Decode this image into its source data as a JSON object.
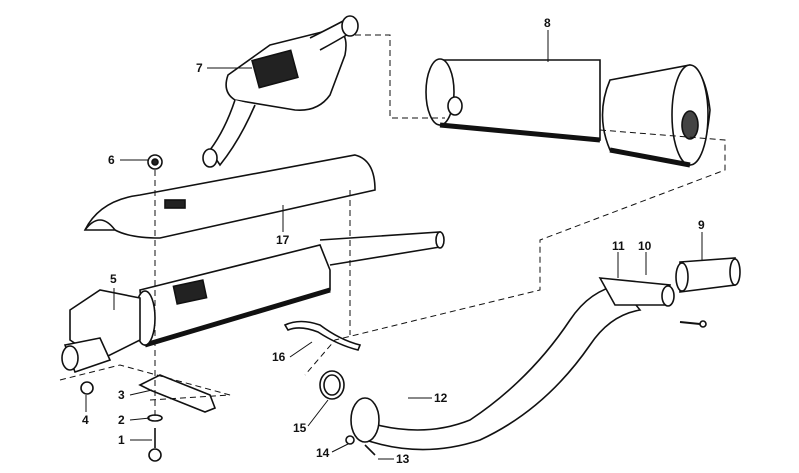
{
  "diagram": {
    "type": "exploded parts diagram - exhaust system",
    "ink_color": "#111111",
    "part_labels": [
      "1",
      "2",
      "3",
      "4",
      "5",
      "6",
      "7",
      "8",
      "9",
      "10",
      "11",
      "12",
      "13",
      "14",
      "15",
      "16",
      "17"
    ]
  }
}
